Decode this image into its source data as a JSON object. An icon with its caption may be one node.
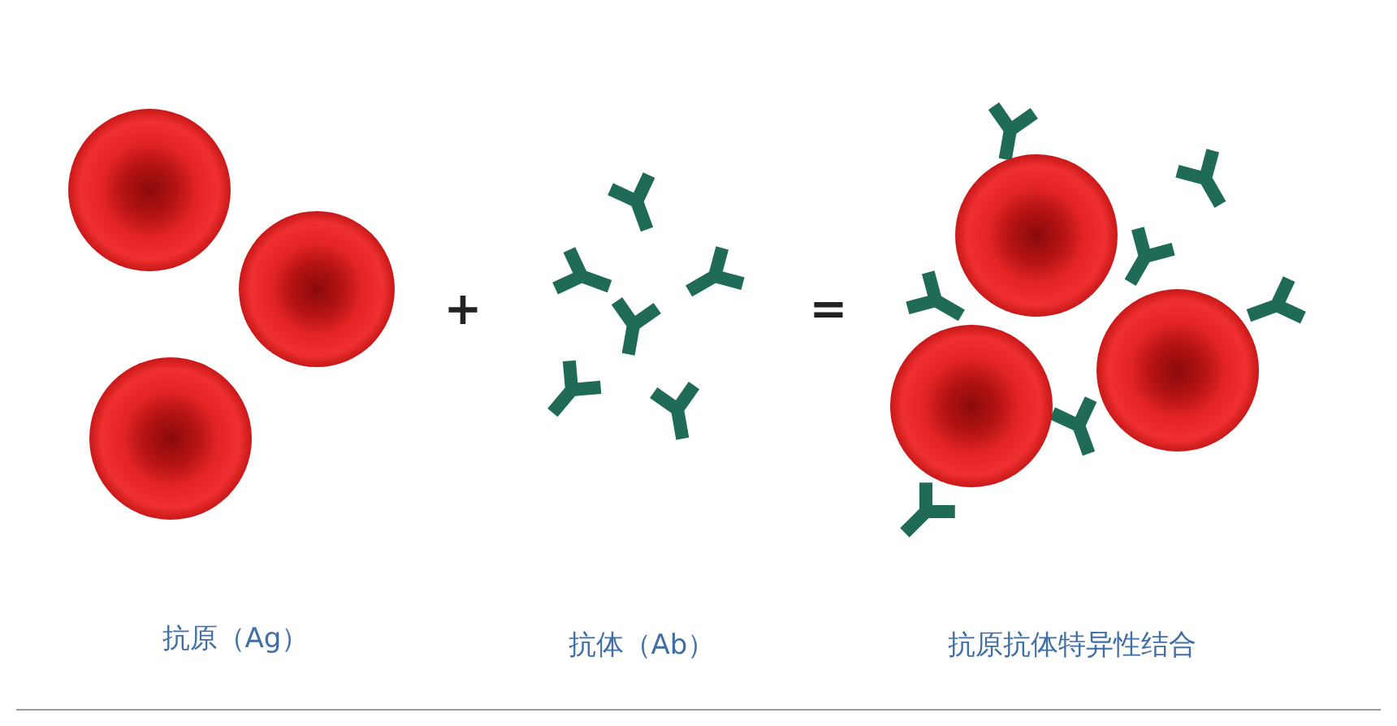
{
  "diagram": {
    "labels": [
      "+",
      "=",
      "抗原（Ag）",
      "抗体（Ab）",
      "抗原抗体特异性结合"
    ]
  }
}
